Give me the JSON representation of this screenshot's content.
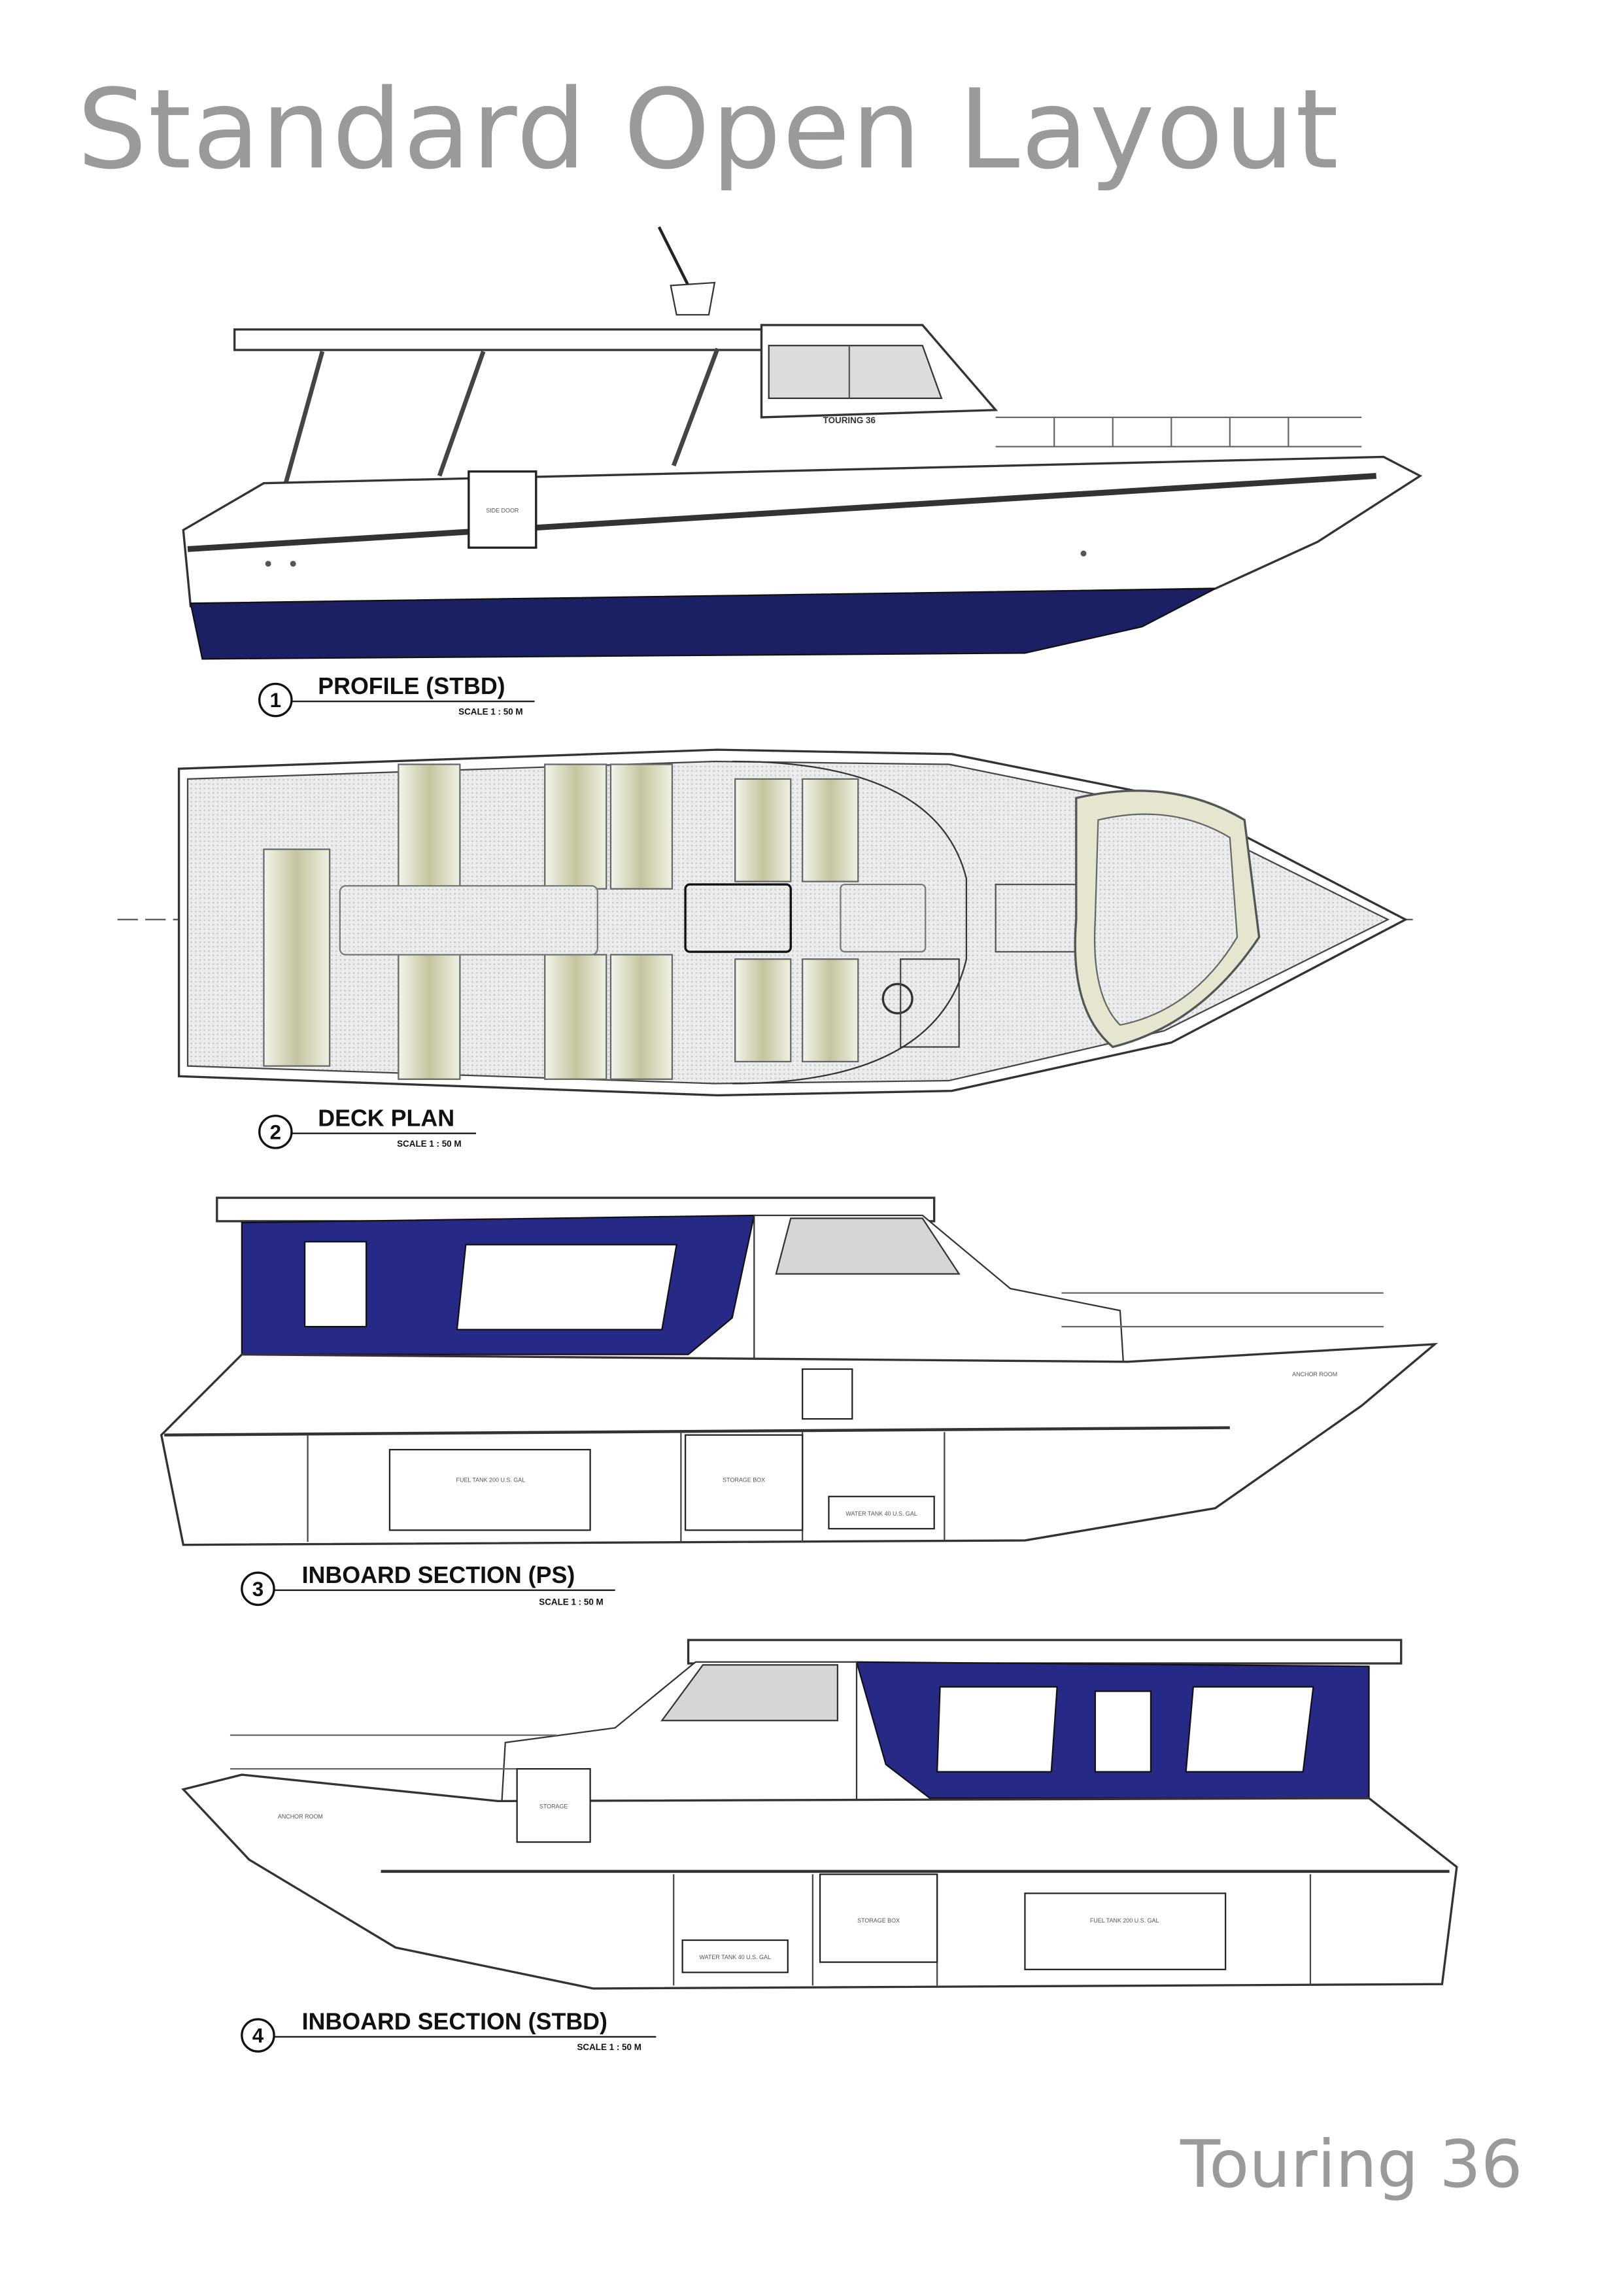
{
  "page": {
    "title": "Standard Open Layout",
    "footer": "Touring 36"
  },
  "drawings": [
    {
      "number": "1",
      "label": "PROFILE (STBD)",
      "scale": "SCALE 1 : 50 M"
    },
    {
      "number": "2",
      "label": "DECK PLAN",
      "scale": "SCALE 1 : 50 M"
    },
    {
      "number": "3",
      "label": "INBOARD SECTION (PS)",
      "scale": "SCALE 1 : 50 M"
    },
    {
      "number": "4",
      "label": "INBOARD SECTION (STBD)",
      "scale": "SCALE 1 : 50 M"
    }
  ],
  "annotations": {
    "side_door": "SIDE DOOR",
    "hull_logo": "TOURING 36",
    "fuel_tank": "FUEL TANK 200 U.S. GAL",
    "storage_box": "STORAGE BOX",
    "water_tank": "WATER TANK 40 U.S. GAL",
    "anchor_room": "ANCHOR ROOM",
    "storage": "STORAGE"
  },
  "colors": {
    "title_gray": "#9a9a9a",
    "hull_navy": "#1b1f63",
    "cabin_blue": "#262a86",
    "seat_olive": "#c9c9a6"
  }
}
